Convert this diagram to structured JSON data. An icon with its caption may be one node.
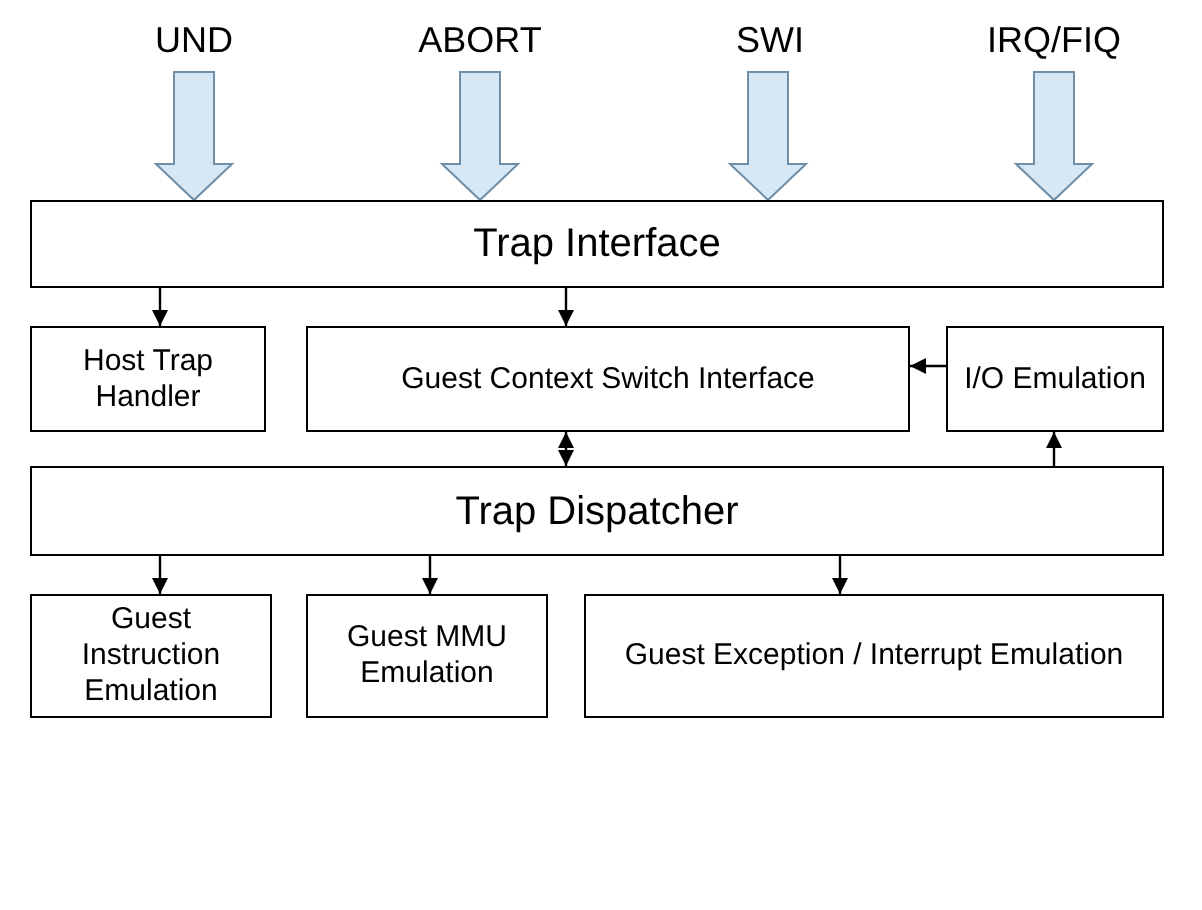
{
  "diagram": {
    "nodes": [
      {
        "text": [
          "UND"
        ]
      },
      {
        "text": [
          "ABORT"
        ]
      },
      {
        "text": [
          "SWI"
        ]
      },
      {
        "text": [
          "IRQ/FIQ"
        ]
      },
      {
        "text": [
          "Trap Interface"
        ]
      },
      {
        "text": [
          "Host Trap Handler"
        ]
      },
      {
        "text": [
          "Guest Context Switch Interface"
        ]
      },
      {
        "text": [
          "I/O Emulation"
        ]
      },
      {
        "text": [
          "Trap Dispatcher"
        ]
      },
      {
        "text": [
          "Guest Instruction Emulation"
        ]
      },
      {
        "text": [
          "Guest MMU Emulation"
        ]
      },
      {
        "text": [
          "Guest Exception / Interrupt Emulation"
        ]
      }
    ],
    "edges": [
      {
        "from": 0,
        "to": 4,
        "arrow": "to",
        "style": "thick",
        "color": "#d6e8f5"
      },
      {
        "from": 1,
        "to": 4,
        "arrow": "to",
        "style": "thick",
        "color": "#d6e8f5"
      },
      {
        "from": 2,
        "to": 4,
        "arrow": "to",
        "style": "thick",
        "color": "#d6e8f5"
      },
      {
        "from": 3,
        "to": 4,
        "arrow": "to",
        "style": "thick",
        "color": "#d6e8f5"
      },
      {
        "from": 4,
        "to": 5,
        "arrow": "to"
      },
      {
        "from": 4,
        "to": 6,
        "arrow": "to"
      },
      {
        "from": 7,
        "to": 6,
        "arrow": "to"
      },
      {
        "from": 6,
        "to": 8,
        "arrow": "both"
      },
      {
        "from": 8,
        "to": 7,
        "arrow": "to"
      },
      {
        "from": 8,
        "to": 9,
        "arrow": "to"
      },
      {
        "from": 8,
        "to": 10,
        "arrow": "to"
      },
      {
        "from": 8,
        "to": 11,
        "arrow": "to"
      }
    ]
  }
}
